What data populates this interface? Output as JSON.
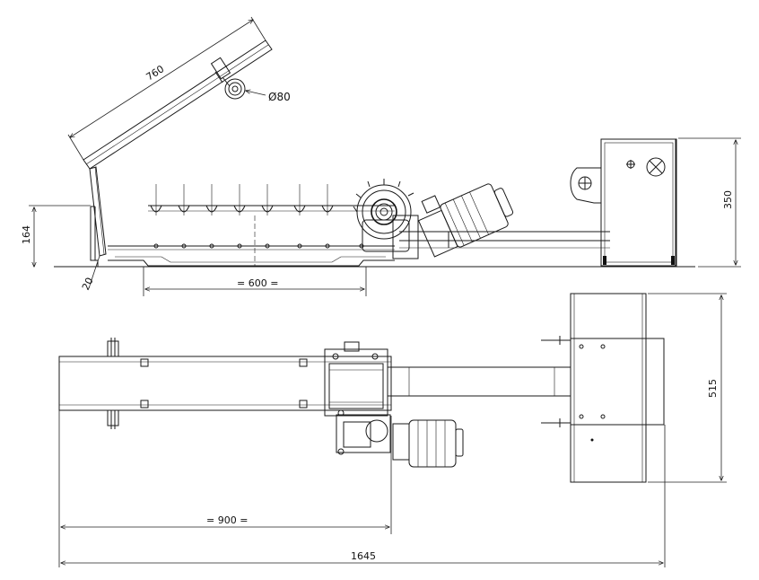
{
  "dimensions": {
    "chute_length": "760",
    "roller_diameter": "Ø80",
    "side_height": "164",
    "angle_offset": "20",
    "flight_spacing": "= 600 =",
    "motor_box_height": "350",
    "plan_width": "515",
    "conveyor_length": "= 900 =",
    "overall_length": "1645"
  }
}
